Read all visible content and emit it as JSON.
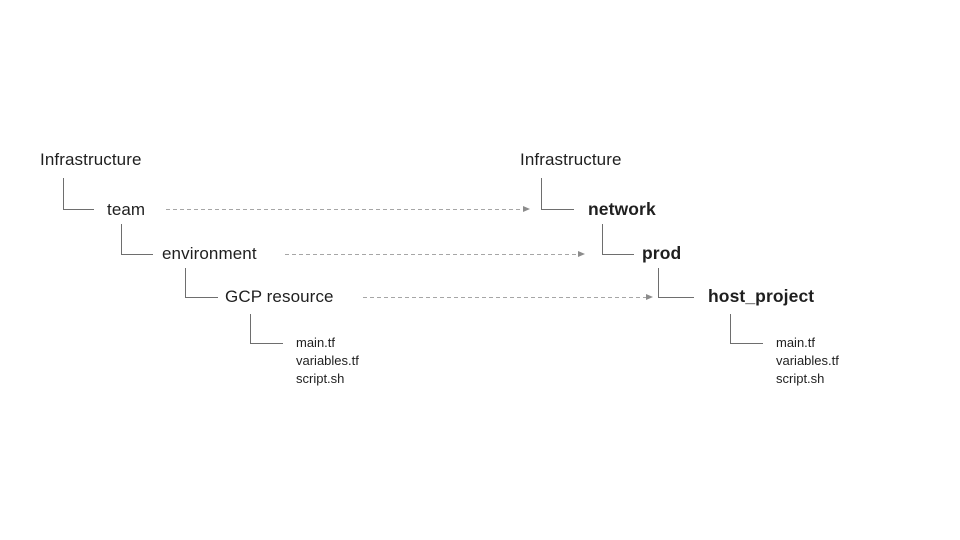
{
  "diagram": {
    "left_tree": {
      "root_label": "Infrastructure",
      "levels": [
        {
          "label": "team"
        },
        {
          "label": "environment"
        },
        {
          "label": "GCP resource"
        }
      ],
      "files": [
        "main.tf",
        "variables.tf",
        "script.sh"
      ]
    },
    "right_tree": {
      "root_label": "Infrastructure",
      "levels": [
        {
          "label": "network"
        },
        {
          "label": "prod"
        },
        {
          "label": "host_project"
        }
      ],
      "files": [
        "main.tf",
        "variables.tf",
        "script.sh"
      ]
    },
    "mappings": [
      {
        "from": "team",
        "to": "network"
      },
      {
        "from": "environment",
        "to": "prod"
      },
      {
        "from": "GCP resource",
        "to": "host_project"
      }
    ],
    "colors": {
      "text": "#1f1f1f",
      "connector": "#6e6e6e",
      "arrow_dash": "#a6a6a6",
      "arrowhead": "#8c8c8c",
      "background": "#ffffff"
    }
  }
}
